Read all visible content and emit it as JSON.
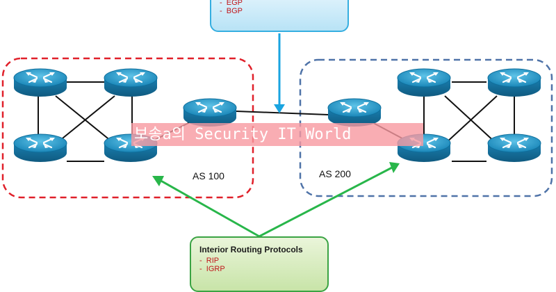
{
  "exterior_box": {
    "items": [
      "-  EGP",
      "-  BGP"
    ]
  },
  "interior_box": {
    "title": "Interior Routing Protocols",
    "items": [
      "-  RIP",
      "-  IGRP"
    ]
  },
  "as_left": {
    "label": "AS 100",
    "border_color": "#e0202a"
  },
  "as_right": {
    "label": "AS 200",
    "border_color": "#4f73a8"
  },
  "watermark": {
    "text": "보송a의 Security IT World"
  },
  "colors": {
    "exterior_arrow": "#1aa4e0",
    "interior_arrow": "#28b64a",
    "router": "#1f8ab8",
    "link": "#111111",
    "protocol_text": "#c0161a"
  }
}
